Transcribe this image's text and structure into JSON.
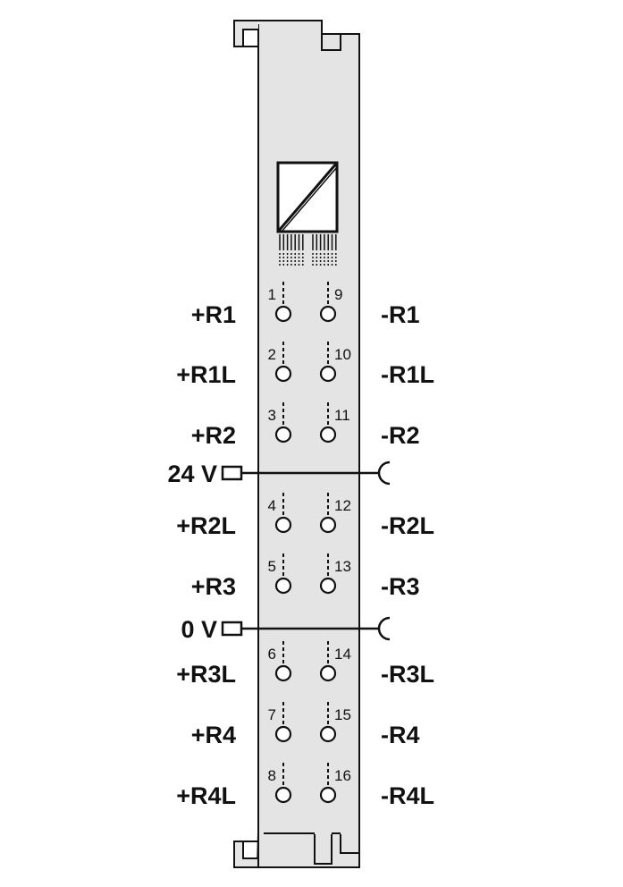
{
  "colors": {
    "housing": "#e4e4e4",
    "stroke": "#111111",
    "background": "#ffffff"
  },
  "symbol": {
    "icon": "converter-symbol-icon"
  },
  "rows": [
    {
      "left_label": "+R1",
      "left_terminal": "1",
      "right_terminal": "9",
      "right_label": "-R1"
    },
    {
      "left_label": "+R1L",
      "left_terminal": "2",
      "right_terminal": "10",
      "right_label": "-R1L"
    },
    {
      "left_label": "+R2",
      "left_terminal": "3",
      "right_terminal": "11",
      "right_label": "-R2"
    },
    {
      "left_label": "+R2L",
      "left_terminal": "4",
      "right_terminal": "12",
      "right_label": "-R2L"
    },
    {
      "left_label": "+R3",
      "left_terminal": "5",
      "right_terminal": "13",
      "right_label": "-R3"
    },
    {
      "left_label": "+R3L",
      "left_terminal": "6",
      "right_terminal": "14",
      "right_label": "-R3L"
    },
    {
      "left_label": "+R4",
      "left_terminal": "7",
      "right_terminal": "15",
      "right_label": "-R4"
    },
    {
      "left_label": "+R4L",
      "left_terminal": "8",
      "right_terminal": "16",
      "right_label": "-R4L"
    }
  ],
  "power_rails": [
    {
      "label": "24 V"
    },
    {
      "label": "0 V"
    }
  ]
}
